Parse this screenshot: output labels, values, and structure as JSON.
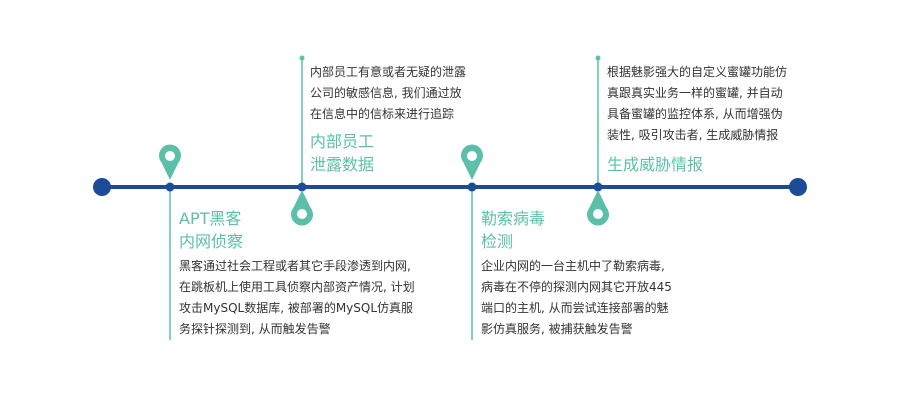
{
  "colors": {
    "timeline": "#1c4c96",
    "accent": "#5cbfa9",
    "text": "#333333"
  },
  "events": [
    {
      "id": "apt",
      "title_line1": "APT黑客",
      "title_line2": "内网侦察",
      "desc": [
        "黑客通过社会工程或者其它手段渗透到内网,",
        "在跳板机上使用工具侦察内部资产情况, 计划",
        "攻击MySQL数据库, 被部署的MySQL仿真服",
        "务探针探测到, 从而触发告警"
      ]
    },
    {
      "id": "insider",
      "title_line1": "内部员工",
      "title_line2": "泄露数据",
      "desc": [
        "内部员工有意或者无疑的泄露",
        "公司的敏感信息, 我们通过放",
        "在信息中的信标来进行追踪"
      ]
    },
    {
      "id": "ransomware",
      "title_line1": "勒索病毒",
      "title_line2": "检测",
      "desc": [
        "企业内网的一台主机中了勒索病毒,",
        "病毒在不停的探测内网其它开放445",
        "端口的主机, 从而尝试连接部署的魅",
        "影仿真服务, 被捕获触发告警"
      ]
    },
    {
      "id": "threat-intel",
      "title_line1": "生成威胁情报",
      "title_line2": "",
      "desc": [
        "根据魅影强大的自定义蜜罐功能仿",
        "真跟真实业务一样的蜜罐, 并自动",
        "具备蜜罐的监控体系, 从而增强伪",
        "装性, 吸引攻击者, 生成威胁情报"
      ]
    }
  ]
}
